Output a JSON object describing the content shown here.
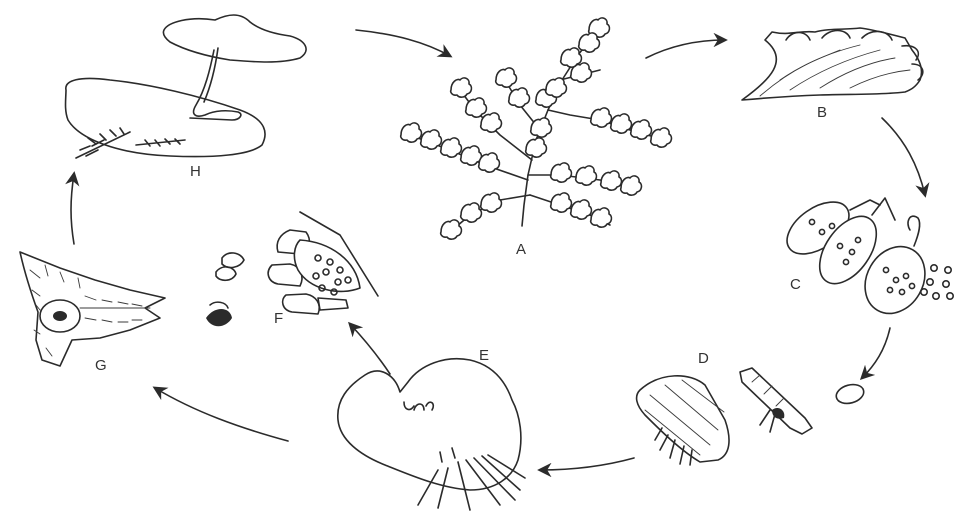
{
  "stages": [
    {
      "id": "A",
      "label": "A"
    },
    {
      "id": "B",
      "label": "B"
    },
    {
      "id": "C",
      "label": "C"
    },
    {
      "id": "D",
      "label": "D"
    },
    {
      "id": "E",
      "label": "E"
    },
    {
      "id": "F",
      "label": "F"
    },
    {
      "id": "G",
      "label": "G"
    },
    {
      "id": "H",
      "label": "H"
    }
  ],
  "colors": {
    "ink": "#2b2b2b",
    "background": "#ffffff",
    "label": "#333333"
  }
}
